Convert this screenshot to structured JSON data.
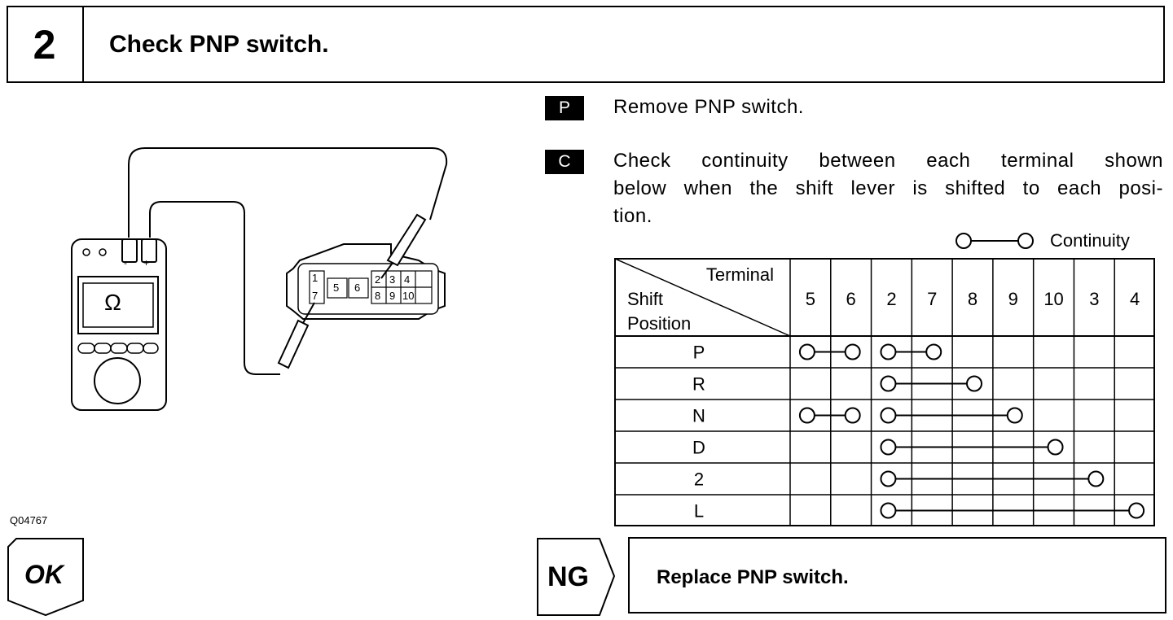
{
  "step": {
    "number": "2",
    "title": "Check PNP switch."
  },
  "instructions": [
    {
      "tag": "P",
      "text": "Remove PNP switch."
    },
    {
      "tag": "C",
      "lines": [
        "Check continuity between each terminal shown",
        "below when the shift lever is shifted to each posi-",
        "tion."
      ]
    }
  ],
  "legend": {
    "label": "Continuity"
  },
  "figure": {
    "code": "Q04767",
    "meter_symbol": "Ω",
    "meter_minus": "-",
    "meter_plus": "+",
    "connector_terminals": [
      "1",
      "5",
      "6",
      "2",
      "3",
      "4",
      "7",
      "8",
      "9",
      "10"
    ]
  },
  "table": {
    "header_top": "Terminal",
    "header_left_1": "Shift",
    "header_left_2": "Position",
    "terminals": [
      "5",
      "6",
      "2",
      "7",
      "8",
      "9",
      "10",
      "3",
      "4"
    ],
    "rows": [
      {
        "position": "P",
        "links": [
          [
            "5",
            "6"
          ],
          [
            "2",
            "7"
          ]
        ]
      },
      {
        "position": "R",
        "links": [
          [
            "2",
            "8"
          ]
        ]
      },
      {
        "position": "N",
        "links": [
          [
            "5",
            "6"
          ],
          [
            "2",
            "9"
          ]
        ]
      },
      {
        "position": "D",
        "links": [
          [
            "2",
            "10"
          ]
        ]
      },
      {
        "position": "2",
        "links": [
          [
            "2",
            "3"
          ]
        ]
      },
      {
        "position": "L",
        "links": [
          [
            "2",
            "4"
          ]
        ]
      }
    ]
  },
  "results": {
    "ok": "OK",
    "ng": "NG",
    "ng_action": "Replace PNP switch."
  }
}
